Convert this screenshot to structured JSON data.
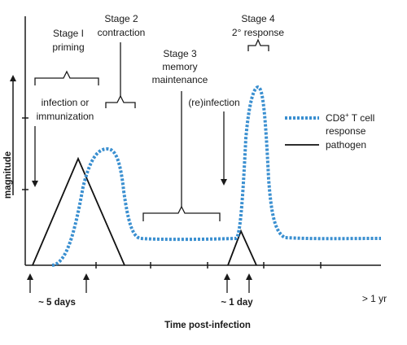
{
  "diagram": {
    "y_axis_label": "magnitude",
    "x_axis_label": "Time post-infection",
    "stages": [
      {
        "line1": "Stage I",
        "line2": "priming"
      },
      {
        "line1": "Stage 2",
        "line2": "contraction"
      },
      {
        "line1": "Stage 3",
        "line2": "memory",
        "line3": "maintenance"
      },
      {
        "line1": "Stage 4",
        "line2": "2° response"
      }
    ],
    "event_labels": {
      "infection_line1": "infection or",
      "infection_line2": "immunization",
      "reinfection": "(re)infection"
    },
    "legend": {
      "cd8_pre": "CD8",
      "cd8_sup": "+",
      "cd8_post": " T cell",
      "cd8_line2": "response",
      "pathogen": "pathogen"
    },
    "time_labels": {
      "five_days": "~ 5 days",
      "one_day": "~ 1 day",
      "one_year": "> 1 yr"
    },
    "colors": {
      "cd8_curve": "#3a8fd0",
      "pathogen_curve": "#111111",
      "ink": "#1a1a1a"
    }
  }
}
